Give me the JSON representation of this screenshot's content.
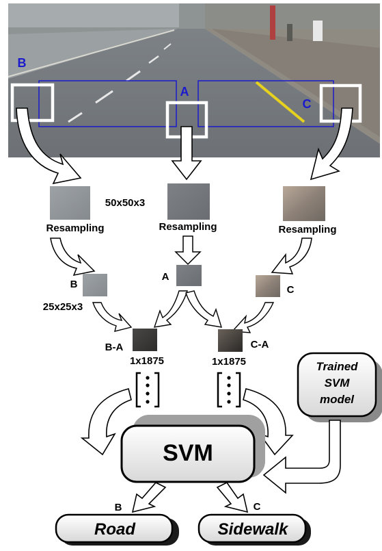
{
  "photo": {
    "region_labels": {
      "a": "A",
      "b": "B",
      "c": "C"
    }
  },
  "stage1": {
    "size_label": "50x50x3",
    "resample_a": "Resampling",
    "resample_b": "Resampling",
    "resample_c": "Resampling"
  },
  "stage2": {
    "size_label": "25x25x3",
    "label_a": "A",
    "label_b": "B",
    "label_c": "C"
  },
  "stage3": {
    "label_ba": "B-A",
    "label_ca": "C-A",
    "vector_left": "1x1875",
    "vector_right": "1x1875"
  },
  "model": {
    "line1": "Trained",
    "line2": "SVM",
    "line3": "model"
  },
  "classifier": {
    "label": "SVM"
  },
  "outputs": {
    "label_b": "B",
    "label_c": "C",
    "road": "Road",
    "sidewalk": "Sidewalk"
  },
  "colors": {
    "region_box": "#1a1acc",
    "label_blue": "#1a1acc",
    "yellow_line": "#e6d21e",
    "patch_road": "#8c9296",
    "patch_side": "#9a8c80",
    "diff_dark": "#3e3c3a"
  }
}
